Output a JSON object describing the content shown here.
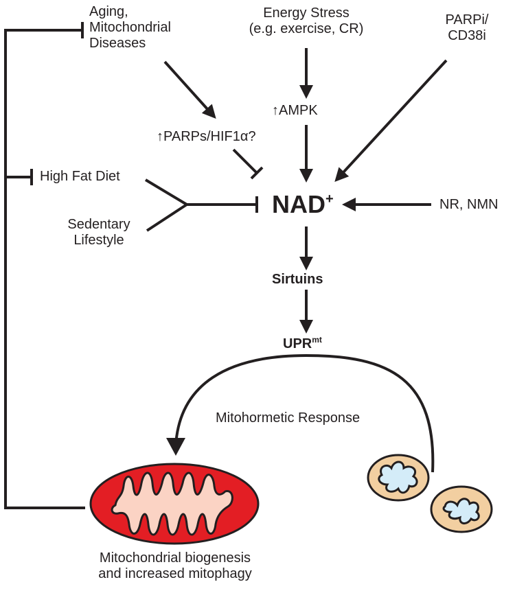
{
  "diagram": {
    "inputs": {
      "aging": [
        "Aging,",
        "Mitochondrial",
        "Diseases"
      ],
      "energy_stress": [
        "Energy Stress",
        "(e.g. exercise, CR)"
      ],
      "parpi": [
        "PARPi/",
        "CD38i"
      ],
      "high_fat_diet": "High Fat Diet",
      "sedentary": [
        "Sedentary",
        "Lifestyle"
      ],
      "nr_nmn": "NR, NMN"
    },
    "intermediates": {
      "up_arrow_glyph": "↑",
      "parps": "PARPs/HIF1α?",
      "ampk": "AMPK"
    },
    "nad": {
      "base": "NAD",
      "superscript": "+"
    },
    "sirtuins": "Sirtuins",
    "upr": {
      "base": "UPR",
      "superscript": "mt"
    },
    "response": "Mitohormetic Response",
    "outcome": [
      "Mitochondrial biogenesis",
      "and increased mitophagy"
    ],
    "colors": {
      "ink": "#231f20",
      "healthy_mito_outer": "#e31e24",
      "healthy_mito_inner": "#fbd3c4",
      "damaged_mito_outer": "#f2cfa1",
      "damaged_mito_inner": "#d4ecf8"
    }
  }
}
